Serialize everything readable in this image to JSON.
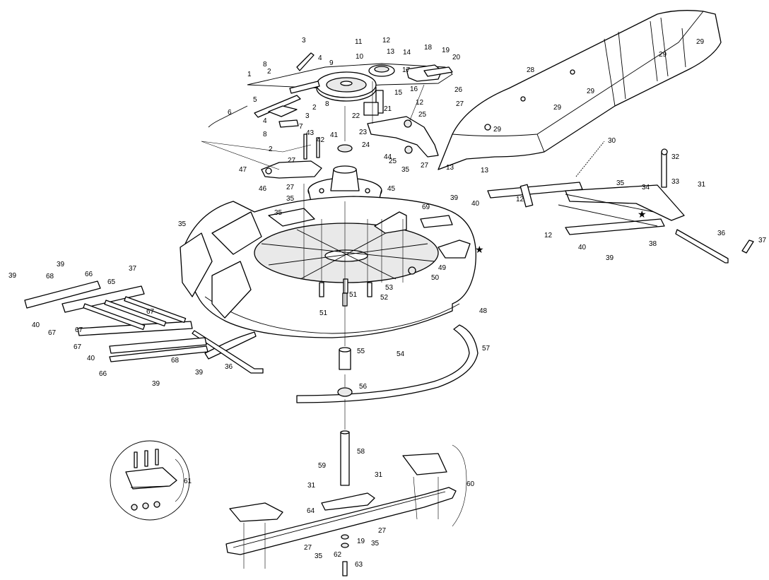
{
  "diagram": {
    "callouts": [
      "1",
      "2",
      "3",
      "4",
      "5",
      "6",
      "7",
      "8",
      "9",
      "10",
      "11",
      "12",
      "13",
      "14",
      "15",
      "16",
      "17",
      "18",
      "19",
      "20",
      "21",
      "22",
      "23",
      "24",
      "25",
      "26",
      "27",
      "28",
      "29",
      "30",
      "31",
      "32",
      "33",
      "34",
      "35",
      "36",
      "37",
      "38",
      "39",
      "40",
      "41",
      "42",
      "43",
      "44",
      "45",
      "46",
      "47",
      "48",
      "49",
      "50",
      "51",
      "52",
      "53",
      "54",
      "55",
      "56",
      "57",
      "58",
      "59",
      "60",
      "61",
      "62",
      "63",
      "64",
      "65",
      "66",
      "67",
      "68",
      "69"
    ],
    "marker_symbol": "★"
  }
}
